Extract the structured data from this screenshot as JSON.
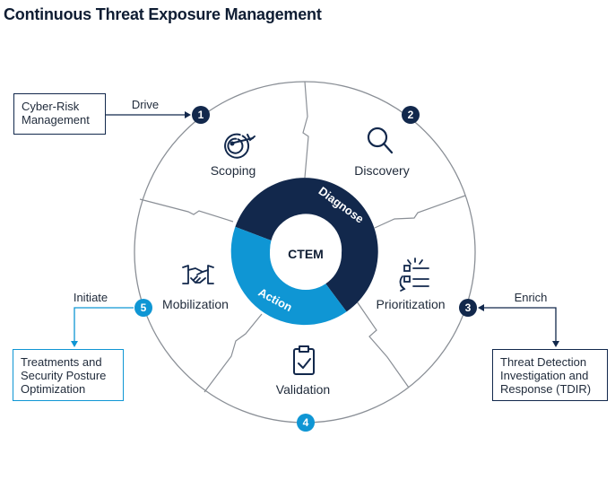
{
  "title": "Continuous Threat Exposure Management",
  "core": {
    "label": "CTEM"
  },
  "inner_ring": {
    "top": "Diagnose",
    "bottom": "Action"
  },
  "stages": [
    {
      "number": "1",
      "label": "Scoping",
      "icon": "target-icon"
    },
    {
      "number": "2",
      "label": "Discovery",
      "icon": "magnifier-icon"
    },
    {
      "number": "3",
      "label": "Prioritization",
      "icon": "prioritized-list-icon"
    },
    {
      "number": "4",
      "label": "Validation",
      "icon": "clipboard-check-icon"
    },
    {
      "number": "5",
      "label": "Mobilization",
      "icon": "handshake-icon"
    }
  ],
  "inputs": [
    {
      "connector": "Drive",
      "lines": [
        "Cyber-Risk",
        "Management"
      ]
    },
    {
      "connector": "Enrich",
      "lines": [
        "Threat Detection",
        "Investigation and",
        "Response (TDIR)"
      ]
    },
    {
      "connector": "Initiate",
      "lines": [
        "Treatments and",
        "Security Posture",
        "Optimization"
      ]
    }
  ],
  "colors": {
    "navy": "#12284c",
    "light_blue": "#0f96d4",
    "outline": "#8a8f96",
    "text": "#1f2a3a"
  }
}
